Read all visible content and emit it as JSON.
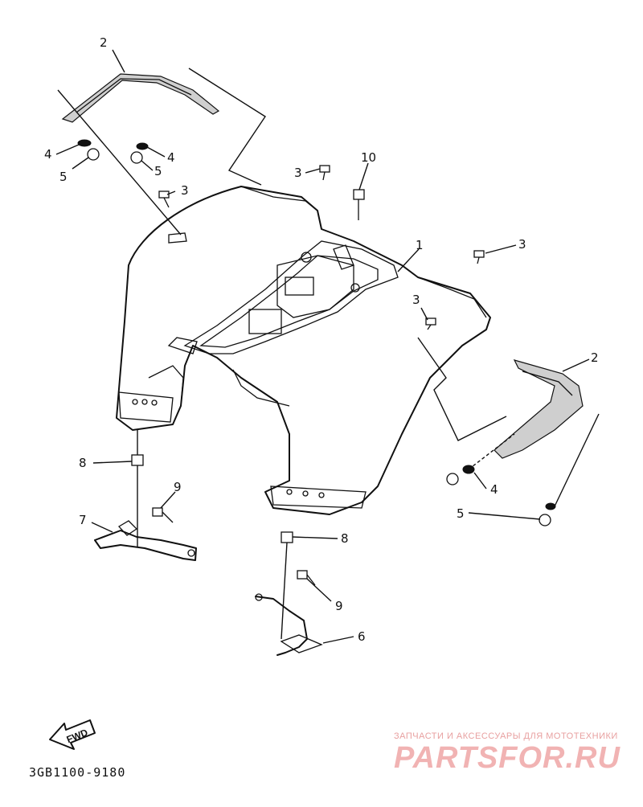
{
  "callouts": {
    "c1": "1",
    "c2a": "2",
    "c2b": "2",
    "c3a": "3",
    "c3b": "3",
    "c3c": "3",
    "c3d": "3",
    "c4a": "4",
    "c4b": "4",
    "c4c": "4",
    "c5a": "5",
    "c5b": "5",
    "c5c": "5",
    "c6": "6",
    "c7": "7",
    "c8a": "8",
    "c8b": "8",
    "c9a": "9",
    "c9b": "9",
    "c10": "10"
  },
  "fwd_arrow_label": "FWD",
  "diagram_code": "3GB1100-9180",
  "watermark": {
    "line1": "ЗАПЧАСТИ И АКСЕССУАРЫ ДЛЯ МОТОТЕХНИКИ",
    "line2": "PARTSFOR.RU"
  }
}
